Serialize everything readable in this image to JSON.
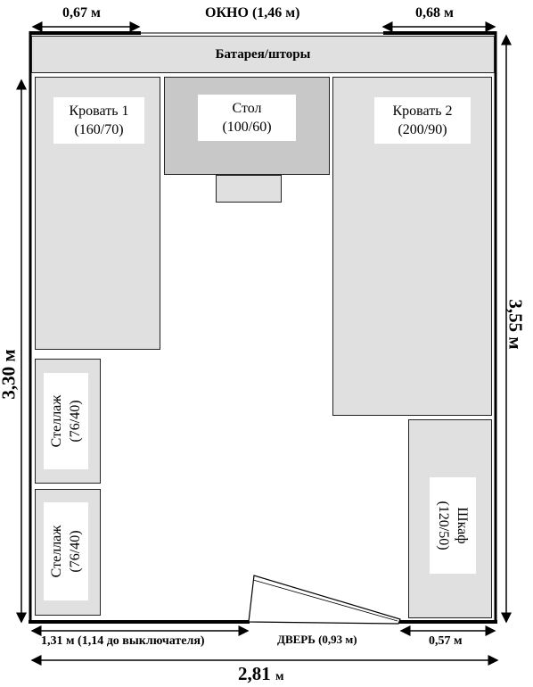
{
  "dimensions": {
    "top_left": "0,67 м",
    "window": "ОКНО (1,46 м)",
    "top_right": "0,68 м",
    "left_height": "3,30 м",
    "right_height": "3,55 м",
    "bottom_left": "1,31 м (1,14 до выключателя)",
    "door": "ДВЕРЬ (0,93 м)",
    "bottom_right": "0,57 м",
    "total_width_value": "2,81",
    "total_width_unit": "м"
  },
  "furniture": {
    "radiator": "Батарея/шторы",
    "bed1_name": "Кровать 1",
    "bed1_size": "(160/70)",
    "table_name": "Стол",
    "table_size": "(100/60)",
    "bed2_name": "Кровать 2",
    "bed2_size": "(200/90)",
    "shelf1_name": "Стеллаж",
    "shelf1_size": "(76/40)",
    "shelf2_name": "Стеллаж",
    "shelf2_size": "(76/40)",
    "wardrobe_name": "Шкаф",
    "wardrobe_size": "(120/50)"
  }
}
